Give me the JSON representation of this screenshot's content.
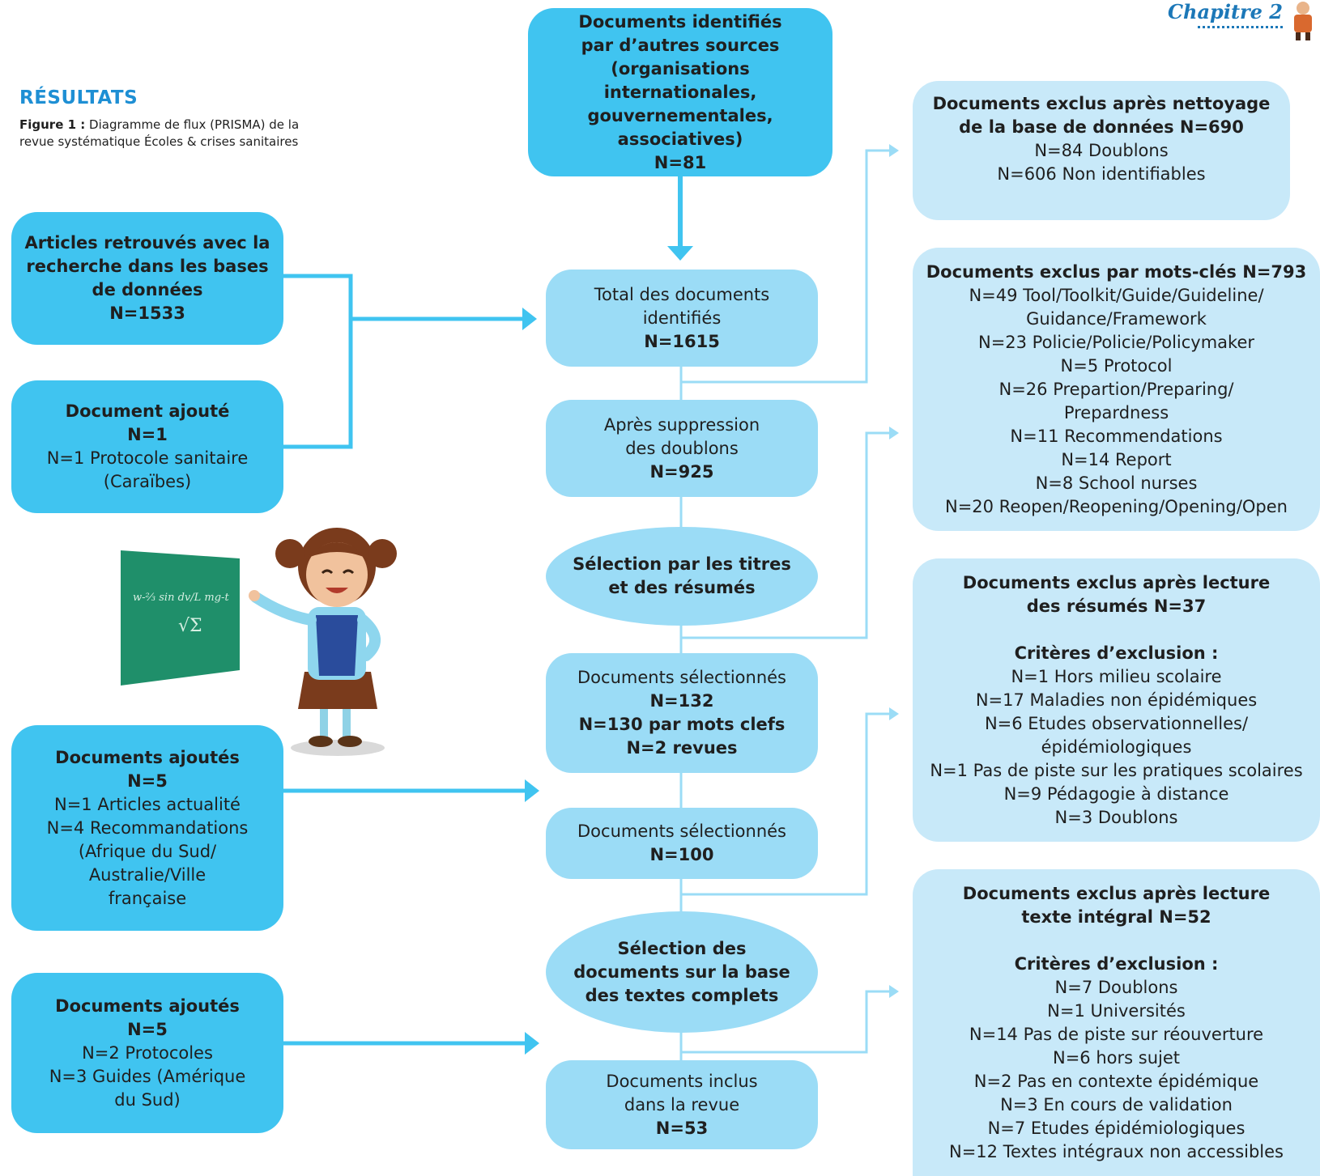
{
  "header": {
    "section_title": "RÉSULTATS",
    "figure_label": "Figure 1 :",
    "figure_caption": "Diagramme de flux (PRISMA) de la revue systématique Écoles & crises sanitaires",
    "chapter_tag": "Chapitre 2"
  },
  "sources": {
    "other_sources": {
      "lines": [
        "Documents identifiés",
        "par d’autres sources",
        "(organisations internationales,",
        "gouvernementales,",
        "associatives)",
        "N=81"
      ]
    },
    "databases": {
      "lines": [
        "Articles retrouvés avec la",
        "recherche dans les bases",
        "de données",
        "N=1533"
      ]
    },
    "added_one": {
      "title": "Document ajouté",
      "count": "N=1",
      "lines": [
        "N=1 Protocole sanitaire",
        "(Caraïbes)"
      ]
    },
    "added_five_a": {
      "title": "Documents ajoutés",
      "count": "N=5",
      "lines": [
        "N=1 Articles actualité",
        "N=4 Recommandations",
        "(Afrique du Sud/",
        "Australie/Ville",
        "française"
      ]
    },
    "added_five_b": {
      "title": "Documents ajoutés",
      "count": "N=5",
      "lines": [
        "N=2 Protocoles",
        "N=3 Guides (Amérique",
        "du Sud)"
      ]
    }
  },
  "flow": {
    "total": {
      "lines": [
        "Total des documents",
        "identifiés"
      ],
      "count": "N=1615"
    },
    "dedup": {
      "lines": [
        "Après suppression",
        "des doublons"
      ],
      "count": "N=925"
    },
    "screen_titles": {
      "lines": [
        "Sélection par les titres",
        "et des résumés"
      ]
    },
    "selected_132": {
      "label": "Documents sélectionnés",
      "bold_lines": [
        "N=132",
        "N=130 par mots clefs",
        "N=2 revues"
      ]
    },
    "selected_100": {
      "label": "Documents sélectionnés",
      "count": "N=100"
    },
    "screen_full": {
      "lines": [
        "Sélection des",
        "documents sur la base",
        "des textes complets"
      ]
    },
    "included": {
      "lines": [
        "Documents inclus",
        "dans la revue"
      ],
      "count": "N=53"
    }
  },
  "exclusions": {
    "cleaning": {
      "title_lines": [
        "Documents exclus après nettoyage",
        "de la base de données N=690"
      ],
      "items": [
        "N=84 Doublons",
        "N=606 Non identifiables"
      ]
    },
    "keywords": {
      "title_lines": [
        "Documents exclus par mots-clés N=793"
      ],
      "items": [
        "N=49 Tool/Toolkit/Guide/Guideline/",
        "Guidance/Framework",
        "N=23 Policie/Policie/Policymaker",
        "N=5 Protocol",
        "N=26 Prepartion/Preparing/",
        "Prepardness",
        "N=11 Recommendations",
        "N=14 Report",
        "N=8 School nurses",
        "N=20 Reopen/Reopening/Opening/Open"
      ]
    },
    "abstracts": {
      "title_lines": [
        "Documents exclus après lecture",
        "des résumés N=37"
      ],
      "criteria_label": "Critères d’exclusion :",
      "items": [
        "N=1 Hors milieu scolaire",
        "N=17 Maladies non épidémiques",
        "N=6 Etudes observationnelles/",
        "épidémiologiques",
        "N=1 Pas de piste sur les pratiques scolaires",
        "N=9 Pédagogie à distance",
        "N=3 Doublons"
      ]
    },
    "fulltext": {
      "title_lines": [
        "Documents exclus après lecture",
        "texte intégral N=52"
      ],
      "criteria_label": "Critères d’exclusion :",
      "items": [
        "N=7 Doublons",
        "N=1 Universités",
        "N=14 Pas de piste sur réouverture",
        "N=6 hors sujet",
        "N=2 Pas en contexte épidémique",
        "N=3 En cours de validation",
        "N=7 Etudes épidémiologiques",
        "N=12 Textes intégraux non accessibles"
      ]
    }
  },
  "colors": {
    "strong_box": "#40c4f0",
    "mid_box": "#9bdcf6",
    "pale_box": "#c8e9f9",
    "heading": "#1e8fd4",
    "connector": "#40c4f0"
  },
  "illustration": {
    "description_icon": "schoolgirl-teacher-with-chalkboard"
  }
}
